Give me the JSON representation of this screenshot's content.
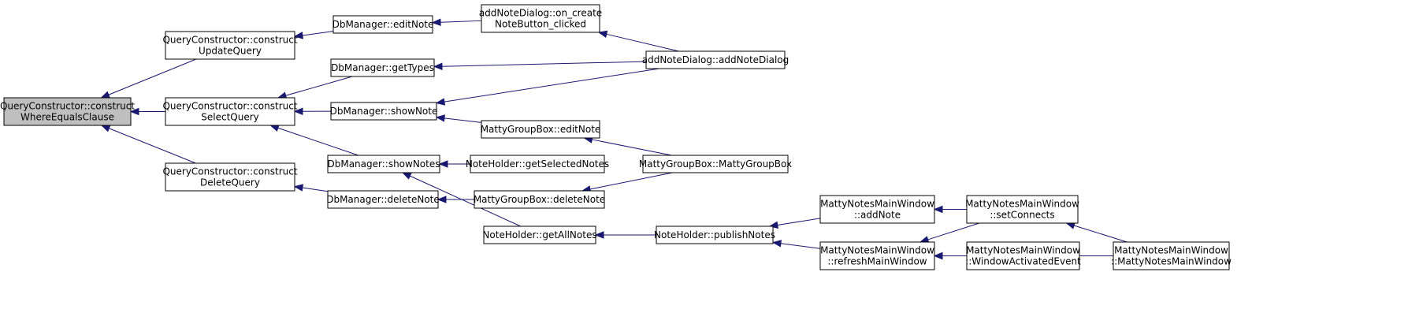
{
  "graph": {
    "colors": {
      "edge": "#191970",
      "root_fill": "#bfbfbf",
      "node_fill": "#ffffff",
      "node_stroke": "#000000"
    },
    "nodes": {
      "root": [
        "QueryConstructor::construct",
        "WhereEqualsClause"
      ],
      "qc_update": [
        "QueryConstructor::construct",
        "UpdateQuery"
      ],
      "qc_select": [
        "QueryConstructor::construct",
        "SelectQuery"
      ],
      "qc_delete": [
        "QueryConstructor::construct",
        "DeleteQuery"
      ],
      "db_editnote": [
        "DbManager::editNote"
      ],
      "db_gettypes": [
        "DbManager::getTypes"
      ],
      "db_shownote": [
        "DbManager::showNote"
      ],
      "db_shownotes": [
        "DbManager::showNotes"
      ],
      "db_deletenote": [
        "DbManager::deleteNote"
      ],
      "and_oncreate": [
        "addNoteDialog::on_create",
        "NoteButton_clicked"
      ],
      "and_ctor": [
        "addNoteDialog::addNoteDialog"
      ],
      "mgb_editnote": [
        "MattyGroupBox::editNote"
      ],
      "nh_getselected": [
        "NoteHolder::getSelectedNotes"
      ],
      "mgb_deletenote": [
        "MattyGroupBox::deleteNote"
      ],
      "mgb_ctor": [
        "MattyGroupBox::MattyGroupBox"
      ],
      "nh_getall": [
        "NoteHolder::getAllNotes"
      ],
      "nh_publish": [
        "NoteHolder::publishNotes"
      ],
      "mnmw_addnote": [
        "MattyNotesMainWindow",
        "::addNote"
      ],
      "mnmw_refresh": [
        "MattyNotesMainWindow",
        "::refreshMainWindow"
      ],
      "mnmw_setconnects": [
        "MattyNotesMainWindow",
        "::setConnects"
      ],
      "mnmw_activated": [
        "MattyNotesMainWindow",
        "::WindowActivatedEvent"
      ],
      "mnmw_ctor": [
        "MattyNotesMainWindow",
        "::MattyNotesMainWindow"
      ]
    },
    "edges": [
      [
        "qc_update",
        "root"
      ],
      [
        "qc_select",
        "root"
      ],
      [
        "qc_delete",
        "root"
      ],
      [
        "db_editnote",
        "qc_update"
      ],
      [
        "db_gettypes",
        "qc_select"
      ],
      [
        "db_shownote",
        "qc_select"
      ],
      [
        "db_shownotes",
        "qc_select"
      ],
      [
        "db_deletenote",
        "qc_delete"
      ],
      [
        "and_oncreate",
        "db_editnote"
      ],
      [
        "and_ctor",
        "db_gettypes"
      ],
      [
        "and_ctor",
        "db_shownote"
      ],
      [
        "mgb_editnote",
        "db_shownote"
      ],
      [
        "nh_getselected",
        "db_shownotes"
      ],
      [
        "nh_getall",
        "db_shownotes"
      ],
      [
        "mgb_deletenote",
        "db_deletenote"
      ],
      [
        "and_ctor",
        "and_oncreate"
      ],
      [
        "mgb_ctor",
        "mgb_editnote"
      ],
      [
        "mgb_ctor",
        "mgb_deletenote"
      ],
      [
        "nh_publish",
        "nh_getall"
      ],
      [
        "mnmw_addnote",
        "nh_publish"
      ],
      [
        "mnmw_refresh",
        "nh_publish"
      ],
      [
        "mnmw_setconnects",
        "mnmw_addnote"
      ],
      [
        "mnmw_setconnects",
        "mnmw_refresh"
      ],
      [
        "mnmw_activated",
        "mnmw_refresh"
      ],
      [
        "mnmw_ctor",
        "mnmw_refresh"
      ],
      [
        "mnmw_ctor",
        "mnmw_setconnects"
      ]
    ]
  }
}
